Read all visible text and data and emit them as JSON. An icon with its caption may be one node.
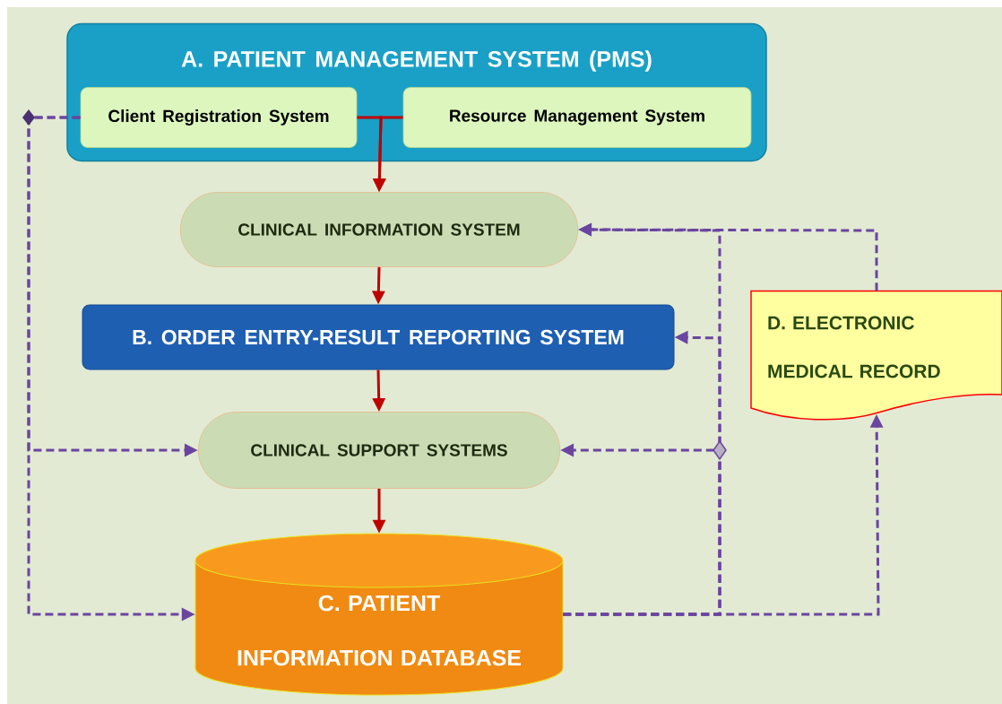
{
  "diagram": {
    "nodes": [
      {
        "text": [
          "A. PATIENT MANAGEMENT SYSTEM (PMS)"
        ]
      },
      {
        "text": [
          "Client Registration System"
        ],
        "in": 0
      },
      {
        "text": [
          "Resource Management System"
        ],
        "in": 0
      },
      {
        "text": [
          "CLINICAL INFORMATION SYSTEM"
        ]
      },
      {
        "text": [
          "B. ORDER ENTRY-RESULT REPORTING SYSTEM"
        ]
      },
      {
        "text": [
          "CLINICAL SUPPORT SYSTEMS"
        ]
      },
      {
        "text": [
          "C. PATIENT INFORMATION DATABASE"
        ]
      },
      {
        "text": [
          "D. ELECTRONIC MEDICAL RECORD"
        ]
      }
    ],
    "edges": [
      {
        "from": 1,
        "to": 3,
        "arrow": "to",
        "color": "#c00000"
      },
      {
        "from": 2,
        "to": 3,
        "arrow": "to",
        "color": "#c00000"
      },
      {
        "from": 3,
        "to": 4,
        "arrow": "to",
        "color": "#c00000"
      },
      {
        "from": 4,
        "to": 5,
        "arrow": "to",
        "color": "#c00000"
      },
      {
        "from": 5,
        "to": 6,
        "arrow": "to",
        "color": "#c00000"
      },
      {
        "from": 1,
        "to": 5,
        "arrow": "to",
        "style": "dashed"
      },
      {
        "from": 1,
        "to": 6,
        "arrow": "to",
        "style": "dashed"
      },
      {
        "from": 6,
        "to": 7,
        "arrow": "to",
        "style": "dashed"
      },
      {
        "from": 6,
        "to": 3,
        "arrow": "to",
        "style": "dashed"
      },
      {
        "from": 6,
        "to": 4,
        "arrow": "to",
        "style": "dashed"
      },
      {
        "from": 6,
        "to": 5,
        "arrow": "to",
        "style": "dashed"
      },
      {
        "from": 7,
        "to": 3,
        "arrow": "to",
        "style": "dashed"
      }
    ]
  }
}
